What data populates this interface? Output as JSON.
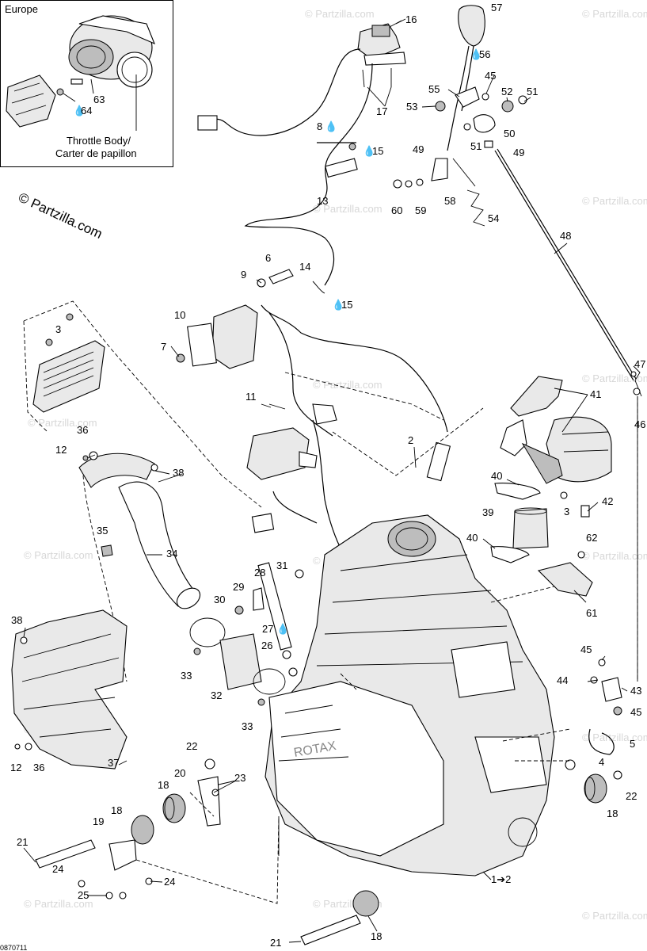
{
  "inset": {
    "region_label": "Europe",
    "caption_line1": "Throttle Body/",
    "caption_line2": "Carter de papillon",
    "part_callouts": [
      "63",
      "64"
    ]
  },
  "watermark": {
    "main_text": "© Partzilla.com",
    "faint_text": "© Partzilla.com"
  },
  "drawing_code": "0870711",
  "callouts": [
    {
      "id": "c57",
      "text": "57"
    },
    {
      "id": "c16",
      "text": "16"
    },
    {
      "id": "c56",
      "text": "56"
    },
    {
      "id": "c45a",
      "text": "45"
    },
    {
      "id": "c55",
      "text": "55"
    },
    {
      "id": "c52",
      "text": "52"
    },
    {
      "id": "c51a",
      "text": "51"
    },
    {
      "id": "c53",
      "text": "53"
    },
    {
      "id": "c17",
      "text": "17"
    },
    {
      "id": "c50",
      "text": "50"
    },
    {
      "id": "c51b",
      "text": "51"
    },
    {
      "id": "c49a",
      "text": "49"
    },
    {
      "id": "c49b",
      "text": "49"
    },
    {
      "id": "c8",
      "text": "8"
    },
    {
      "id": "c15a",
      "text": "15"
    },
    {
      "id": "c13",
      "text": "13"
    },
    {
      "id": "c58",
      "text": "58"
    },
    {
      "id": "c60",
      "text": "60"
    },
    {
      "id": "c59",
      "text": "59"
    },
    {
      "id": "c54",
      "text": "54"
    },
    {
      "id": "c48",
      "text": "48"
    },
    {
      "id": "c6",
      "text": "6"
    },
    {
      "id": "c9",
      "text": "9"
    },
    {
      "id": "c14",
      "text": "14"
    },
    {
      "id": "c15b",
      "text": "15"
    },
    {
      "id": "c10",
      "text": "10"
    },
    {
      "id": "c3a",
      "text": "3"
    },
    {
      "id": "c7",
      "text": "7"
    },
    {
      "id": "c11",
      "text": "11"
    },
    {
      "id": "c41",
      "text": "41"
    },
    {
      "id": "c47",
      "text": "47"
    },
    {
      "id": "c46",
      "text": "46"
    },
    {
      "id": "c36a",
      "text": "36"
    },
    {
      "id": "c12a",
      "text": "12"
    },
    {
      "id": "c38a",
      "text": "38"
    },
    {
      "id": "c2",
      "text": "2"
    },
    {
      "id": "c40a",
      "text": "40"
    },
    {
      "id": "c3b",
      "text": "3"
    },
    {
      "id": "c42",
      "text": "42"
    },
    {
      "id": "c39",
      "text": "39"
    },
    {
      "id": "c40b",
      "text": "40"
    },
    {
      "id": "c62",
      "text": "62"
    },
    {
      "id": "c35",
      "text": "35"
    },
    {
      "id": "c34",
      "text": "34"
    },
    {
      "id": "c28",
      "text": "28"
    },
    {
      "id": "c31",
      "text": "31"
    },
    {
      "id": "c29",
      "text": "29"
    },
    {
      "id": "c30",
      "text": "30"
    },
    {
      "id": "c61",
      "text": "61"
    },
    {
      "id": "c38b",
      "text": "38"
    },
    {
      "id": "c27",
      "text": "27"
    },
    {
      "id": "c26",
      "text": "26"
    },
    {
      "id": "c33a",
      "text": "33"
    },
    {
      "id": "c45b",
      "text": "45"
    },
    {
      "id": "c44",
      "text": "44"
    },
    {
      "id": "c43",
      "text": "43"
    },
    {
      "id": "c32",
      "text": "32"
    },
    {
      "id": "c45c",
      "text": "45"
    },
    {
      "id": "c33b",
      "text": "33"
    },
    {
      "id": "c5",
      "text": "5"
    },
    {
      "id": "c12b",
      "text": "12"
    },
    {
      "id": "c36b",
      "text": "36"
    },
    {
      "id": "c37",
      "text": "37"
    },
    {
      "id": "c22a",
      "text": "22"
    },
    {
      "id": "c4",
      "text": "4"
    },
    {
      "id": "c20",
      "text": "20"
    },
    {
      "id": "c23",
      "text": "23"
    },
    {
      "id": "c18a",
      "text": "18"
    },
    {
      "id": "c22b",
      "text": "22"
    },
    {
      "id": "c18b",
      "text": "18"
    },
    {
      "id": "c19",
      "text": "19"
    },
    {
      "id": "c18c",
      "text": "18"
    },
    {
      "id": "c21a",
      "text": "21"
    },
    {
      "id": "c24a",
      "text": "24"
    },
    {
      "id": "c24b",
      "text": "24"
    },
    {
      "id": "c25",
      "text": "25"
    },
    {
      "id": "c1to2",
      "text": "1➔2"
    },
    {
      "id": "c21b",
      "text": "21"
    },
    {
      "id": "c18d",
      "text": "18"
    }
  ]
}
